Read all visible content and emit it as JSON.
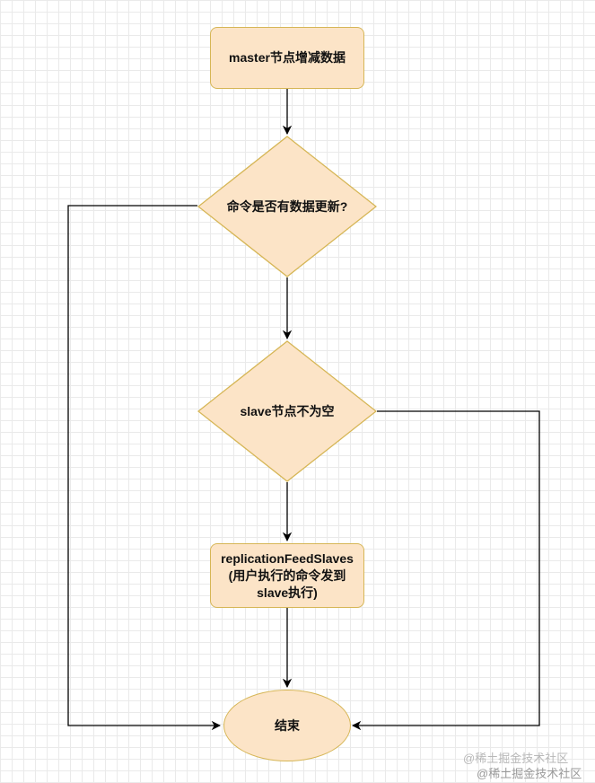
{
  "flowchart": {
    "start_box": "master节点增减数据",
    "decision_data_update": "命令是否有数据更新?",
    "decision_slave_not_empty": "slave节点不为空",
    "feed_box": {
      "line1": "replicationFeedSlaves",
      "line2": "(用户执行的命令发到",
      "line3": "slave执行)"
    },
    "end": "结束"
  },
  "watermark": {
    "text1": "@稀土掘金技术社区",
    "text2": "@稀土掘金技术社区"
  },
  "colors": {
    "node_fill": "#fce4c7",
    "node_border": "#d6b656",
    "line": "#000000"
  }
}
